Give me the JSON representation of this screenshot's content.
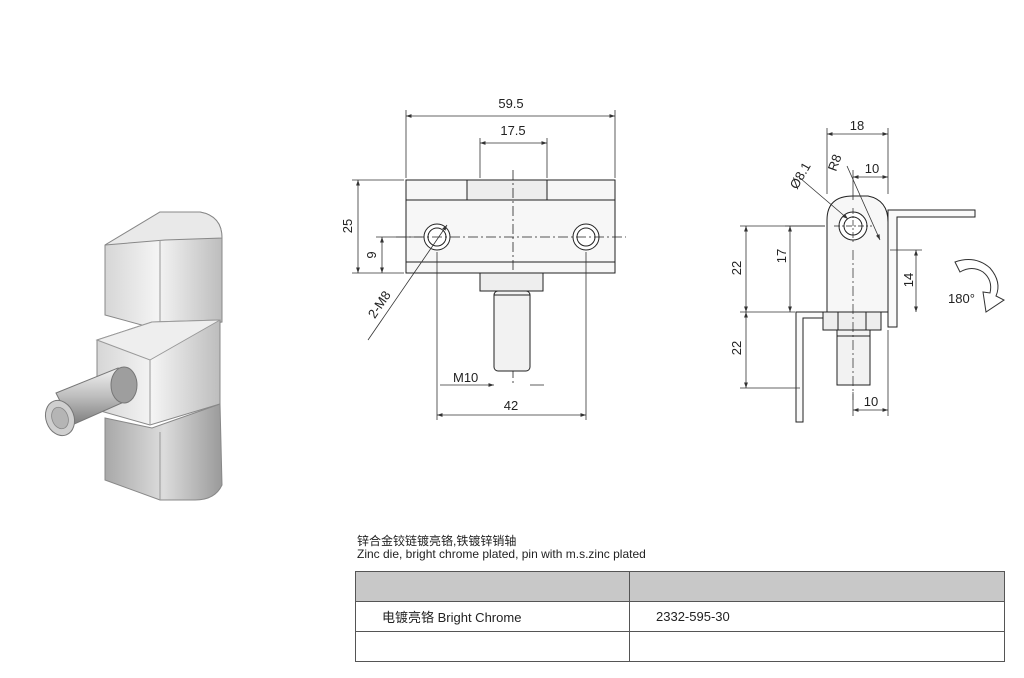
{
  "description": {
    "cn": "锌合金铰链镀亮铬,铁镀锌销轴",
    "en": "Zinc die, bright chrome plated, pin with m.s.zinc plated"
  },
  "table": {
    "header": [
      "",
      ""
    ],
    "rows": [
      [
        "电镀亮铬 Bright Chrome",
        "2332-595-30"
      ],
      [
        "",
        ""
      ]
    ]
  },
  "front_view": {
    "overall_width": "59.5",
    "center_width": "17.5",
    "height": "25",
    "hole_height": "9",
    "holes": "2-M8",
    "thread": "M10",
    "hole_spacing": "42"
  },
  "side_view": {
    "width": "18",
    "diameter": "Ø8.1",
    "radius": "R8",
    "offset": "10",
    "height_upper": "22",
    "height_lower": "22",
    "pin_center": "17",
    "flange": "14",
    "pin_offset": "10",
    "rotation": "180°"
  }
}
